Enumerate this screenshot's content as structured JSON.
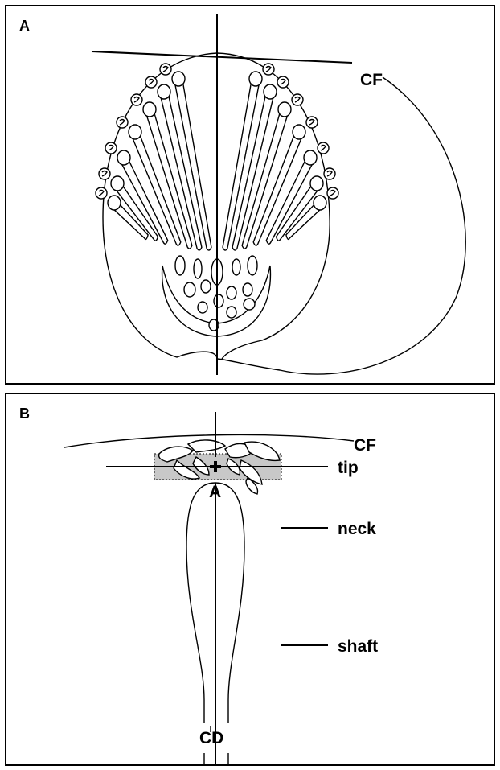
{
  "panel_a": {
    "letter": "A",
    "label_cf": "CF"
  },
  "panel_b": {
    "letter": "B",
    "label_cf": "CF",
    "label_tip": "tip",
    "label_apex": "A",
    "label_neck": "neck",
    "label_shaft": "shaft",
    "label_cd": "CD"
  },
  "colors": {
    "stroke": "#000000",
    "tip_shading": "#c8c8c8",
    "background": "#ffffff"
  }
}
